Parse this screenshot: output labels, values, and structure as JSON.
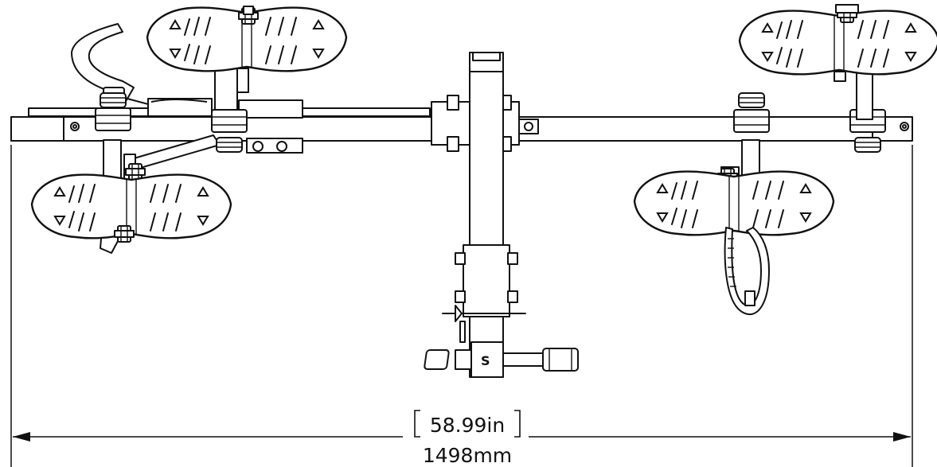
{
  "dimension": {
    "imperial_value": "58.99in",
    "metric_value": "1498mm"
  },
  "parts": {
    "logo_mark": "S",
    "cradle_count": 4,
    "arm_count": 4
  },
  "colors": {
    "line": "#111111",
    "background": "#ffffff"
  }
}
